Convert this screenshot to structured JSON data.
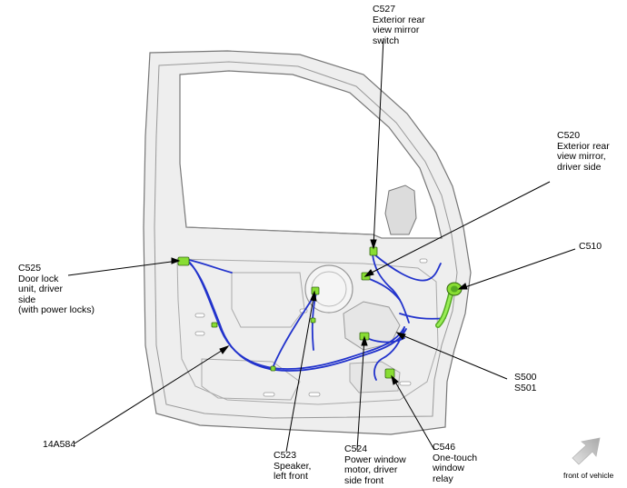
{
  "callouts": {
    "c527": {
      "code": "C527",
      "desc": [
        "Exterior rear",
        "view mirror",
        "switch"
      ]
    },
    "c520": {
      "code": "C520",
      "desc": [
        "Exterior rear",
        "view mirror,",
        "driver side"
      ]
    },
    "c510": {
      "code": "C510"
    },
    "c525": {
      "code": "C525",
      "desc": [
        "Door lock",
        "unit, driver",
        "side",
        "(with power locks)"
      ]
    },
    "s500": {
      "code": "S500",
      "code2": "S501"
    },
    "harness": {
      "code": "14A584"
    },
    "c523": {
      "code": "C523",
      "desc": [
        "Speaker,",
        "left front"
      ]
    },
    "c524": {
      "code": "C524",
      "desc": [
        "Power window",
        "motor, driver",
        "side front"
      ]
    },
    "c546": {
      "code": "C546",
      "desc": [
        "One-touch",
        "window",
        "relay"
      ]
    }
  },
  "orientation": {
    "label": "front of vehicle"
  },
  "colors": {
    "harness": "#2233cc",
    "connector": "#88dd33",
    "door_fill": "#eeeeee",
    "door_edge": "#777777"
  }
}
